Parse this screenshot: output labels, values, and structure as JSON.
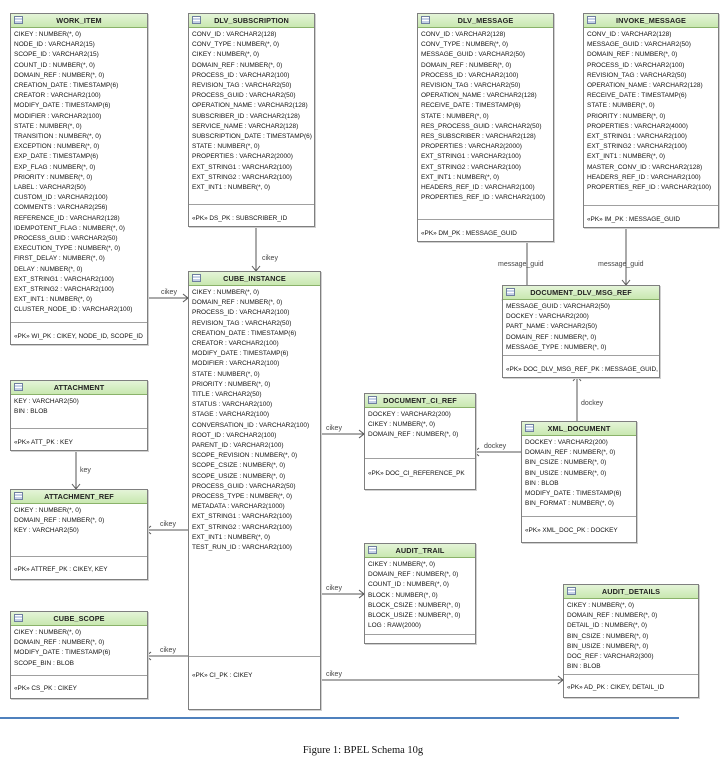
{
  "entities": [
    {
      "key": "work_item",
      "name": "WORK_ITEM",
      "columns": [
        "CIKEY : NUMBER(*, 0)",
        "NODE_ID : VARCHAR2(15)",
        "SCOPE_ID : VARCHAR2(15)",
        "COUNT_ID : NUMBER(*, 0)",
        "DOMAIN_REF : NUMBER(*, 0)",
        "CREATION_DATE : TIMESTAMP(6)",
        "CREATOR : VARCHAR2(100)",
        "MODIFY_DATE : TIMESTAMP(6)",
        "MODIFIER : VARCHAR2(100)",
        "STATE : NUMBER(*, 0)",
        "TRANSITION : NUMBER(*, 0)",
        "EXCEPTION : NUMBER(*, 0)",
        "EXP_DATE : TIMESTAMP(6)",
        "EXP_FLAG : NUMBER(*, 0)",
        "PRIORITY : NUMBER(*, 0)",
        "LABEL : VARCHAR2(50)",
        "CUSTOM_ID : VARCHAR2(100)",
        "COMMENTS : VARCHAR2(256)",
        "REFERENCE_ID : VARCHAR2(128)",
        "IDEMPOTENT_FLAG : NUMBER(*, 0)",
        "PROCESS_GUID : VARCHAR2(50)",
        "EXECUTION_TYPE : NUMBER(*, 0)",
        "FIRST_DELAY : NUMBER(*, 0)",
        "DELAY : NUMBER(*, 0)",
        "EXT_STRING1 : VARCHAR2(100)",
        "EXT_STRING2 : VARCHAR2(100)",
        "EXT_INT1 : NUMBER(*, 0)",
        "CLUSTER_NODE_ID : VARCHAR2(100)"
      ],
      "pk": "«PK» WI_PK : CIKEY, NODE_ID, SCOPE_ID"
    },
    {
      "key": "dlv_subscription",
      "name": "DLV_SUBSCRIPTION",
      "columns": [
        "CONV_ID : VARCHAR2(128)",
        "CONV_TYPE : NUMBER(*, 0)",
        "CIKEY : NUMBER(*, 0)",
        "DOMAIN_REF : NUMBER(*, 0)",
        "PROCESS_ID : VARCHAR2(100)",
        "REVISION_TAG : VARCHAR2(50)",
        "PROCESS_GUID : VARCHAR2(50)",
        "OPERATION_NAME : VARCHAR2(128)",
        "SUBSCRIBER_ID : VARCHAR2(128)",
        "SERVICE_NAME : VARCHAR2(128)",
        "SUBSCRIPTION_DATE : TIMESTAMP(6)",
        "STATE : NUMBER(*, 0)",
        "PROPERTIES : VARCHAR2(2000)",
        "EXT_STRING1 : VARCHAR2(100)",
        "EXT_STRING2 : VARCHAR2(100)",
        "EXT_INT1 : NUMBER(*, 0)"
      ],
      "pk": "«PK» DS_PK : SUBSCRIBER_ID"
    },
    {
      "key": "dlv_message",
      "name": "DLV_MESSAGE",
      "columns": [
        "CONV_ID : VARCHAR2(128)",
        "CONV_TYPE : NUMBER(*, 0)",
        "MESSAGE_GUID : VARCHAR2(50)",
        "DOMAIN_REF : NUMBER(*, 0)",
        "PROCESS_ID : VARCHAR2(100)",
        "REVISION_TAG : VARCHAR2(50)",
        "OPERATION_NAME : VARCHAR2(128)",
        "RECEIVE_DATE : TIMESTAMP(6)",
        "STATE : NUMBER(*, 0)",
        "RES_PROCESS_GUID : VARCHAR2(50)",
        "RES_SUBSCRIBER : VARCHAR2(128)",
        "PROPERTIES : VARCHAR2(2000)",
        "EXT_STRING1 : VARCHAR2(100)",
        "EXT_STRING2 : VARCHAR2(100)",
        "EXT_INT1 : NUMBER(*, 0)",
        "HEADERS_REF_ID : VARCHAR2(100)",
        "PROPERTIES_REF_ID : VARCHAR2(100)"
      ],
      "pk": "«PK» DM_PK : MESSAGE_GUID"
    },
    {
      "key": "invoke_message",
      "name": "INVOKE_MESSAGE",
      "columns": [
        "CONV_ID : VARCHAR2(128)",
        "MESSAGE_GUID : VARCHAR2(50)",
        "DOMAIN_REF : NUMBER(*, 0)",
        "PROCESS_ID : VARCHAR2(100)",
        "REVISION_TAG : VARCHAR2(50)",
        "OPERATION_NAME : VARCHAR2(128)",
        "RECEIVE_DATE : TIMESTAMP(6)",
        "STATE : NUMBER(*, 0)",
        "PRIORITY : NUMBER(*, 0)",
        "PROPERTIES : VARCHAR2(4000)",
        "EXT_STRING1 : VARCHAR2(100)",
        "EXT_STRING2 : VARCHAR2(100)",
        "EXT_INT1 : NUMBER(*, 0)",
        "MASTER_CONV_ID : VARCHAR2(128)",
        "HEADERS_REF_ID : VARCHAR2(100)",
        "PROPERTIES_REF_ID : VARCHAR2(100)"
      ],
      "pk": "«PK» IM_PK : MESSAGE_GUID"
    },
    {
      "key": "cube_instance",
      "name": "CUBE_INSTANCE",
      "columns": [
        "CIKEY : NUMBER(*, 0)",
        "DOMAIN_REF : NUMBER(*, 0)",
        "PROCESS_ID : VARCHAR2(100)",
        "REVISION_TAG : VARCHAR2(50)",
        "CREATION_DATE : TIMESTAMP(6)",
        "CREATOR : VARCHAR2(100)",
        "MODIFY_DATE : TIMESTAMP(6)",
        "MODIFIER : VARCHAR2(100)",
        "STATE : NUMBER(*, 0)",
        "PRIORITY : NUMBER(*, 0)",
        "TITLE : VARCHAR2(50)",
        "STATUS : VARCHAR2(100)",
        "STAGE : VARCHAR2(100)",
        "CONVERSATION_ID : VARCHAR2(100)",
        "ROOT_ID : VARCHAR2(100)",
        "PARENT_ID : VARCHAR2(100)",
        "SCOPE_REVISION : NUMBER(*, 0)",
        "SCOPE_CSIZE : NUMBER(*, 0)",
        "SCOPE_USIZE : NUMBER(*, 0)",
        "PROCESS_GUID : VARCHAR2(50)",
        "PROCESS_TYPE : NUMBER(*, 0)",
        "METADATA : VARCHAR2(1000)",
        "EXT_STRING1 : VARCHAR2(100)",
        "EXT_STRING2 : VARCHAR2(100)",
        "EXT_INT1 : NUMBER(*, 0)",
        "TEST_RUN_ID : VARCHAR2(100)"
      ],
      "pk": "«PK» CI_PK : CIKEY"
    },
    {
      "key": "document_dlv_msg_ref",
      "name": "DOCUMENT_DLV_MSG_REF",
      "columns": [
        "MESSAGE_GUID : VARCHAR2(50)",
        "DOCKEY : VARCHAR2(200)",
        "PART_NAME : VARCHAR2(50)",
        "DOMAIN_REF : NUMBER(*, 0)",
        "MESSAGE_TYPE : NUMBER(*, 0)"
      ],
      "pk": "«PK» DOC_DLV_MSG_REF_PK : MESSAGE_GUID,"
    },
    {
      "key": "attachment",
      "name": "ATTACHMENT",
      "columns": [
        "KEY : VARCHAR2(50)",
        "BIN : BLOB"
      ],
      "pk": "«PK» ATT_PK : KEY"
    },
    {
      "key": "document_ci_ref",
      "name": "DOCUMENT_CI_REF",
      "columns": [
        "DOCKEY : VARCHAR2(200)",
        "CIKEY : NUMBER(*, 0)",
        "DOMAIN_REF : NUMBER(*, 0)"
      ],
      "pk": "«PK» DOC_CI_REFERENCE_PK"
    },
    {
      "key": "xml_document",
      "name": "XML_DOCUMENT",
      "columns": [
        "DOCKEY : VARCHAR2(200)",
        "DOMAIN_REF : NUMBER(*, 0)",
        "BIN_CSIZE : NUMBER(*, 0)",
        "BIN_USIZE : NUMBER(*, 0)",
        "BIN : BLOB",
        "MODIFY_DATE : TIMESTAMP(6)",
        "BIN_FORMAT : NUMBER(*, 0)"
      ],
      "pk": "«PK» XML_DOC_PK : DOCKEY"
    },
    {
      "key": "attachment_ref",
      "name": "ATTACHMENT_REF",
      "columns": [
        "CIKEY : NUMBER(*, 0)",
        "DOMAIN_REF : NUMBER(*, 0)",
        "KEY : VARCHAR2(50)"
      ],
      "pk": "«PK» ATTREF_PK : CIKEY, KEY"
    },
    {
      "key": "audit_trail",
      "name": "AUDIT_TRAIL",
      "columns": [
        "CIKEY : NUMBER(*, 0)",
        "DOMAIN_REF : NUMBER(*, 0)",
        "COUNT_ID : NUMBER(*, 0)",
        "BLOCK : NUMBER(*, 0)",
        "BLOCK_CSIZE : NUMBER(*, 0)",
        "BLOCK_USIZE : NUMBER(*, 0)",
        "LOG : RAW(2000)"
      ],
      "pk": ""
    },
    {
      "key": "cube_scope",
      "name": "CUBE_SCOPE",
      "columns": [
        "CIKEY : NUMBER(*, 0)",
        "DOMAIN_REF : NUMBER(*, 0)",
        "MODIFY_DATE : TIMESTAMP(6)",
        "SCOPE_BIN : BLOB"
      ],
      "pk": "«PK» CS_PK : CIKEY"
    },
    {
      "key": "audit_details",
      "name": "AUDIT_DETAILS",
      "columns": [
        "CIKEY : NUMBER(*, 0)",
        "DOMAIN_REF : NUMBER(*, 0)",
        "DETAIL_ID : NUMBER(*, 0)",
        "BIN_CSIZE : NUMBER(*, 0)",
        "BIN_USIZE : NUMBER(*, 0)",
        "DOC_REF : VARCHAR2(300)",
        "BIN : BLOB"
      ],
      "pk": "«PK» AD_PK : CIKEY, DETAIL_ID"
    }
  ],
  "relationships": [
    {
      "key": "r_work_item",
      "label": "cikey"
    },
    {
      "key": "r_subscription",
      "label": "cikey"
    },
    {
      "key": "r_dlv_message",
      "label": "message_guid"
    },
    {
      "key": "r_invoke_message",
      "label": "message_guid"
    },
    {
      "key": "r_xml_msgref",
      "label": "dockey"
    },
    {
      "key": "r_attachment",
      "label": "key"
    },
    {
      "key": "r_doc_ci_ref",
      "label": "cikey"
    },
    {
      "key": "r_doc_ci_xml",
      "label": "dockey"
    },
    {
      "key": "r_attachment_ref",
      "label": "cikey"
    },
    {
      "key": "r_audit_trail",
      "label": "cikey"
    },
    {
      "key": "r_cube_scope",
      "label": "cikey"
    },
    {
      "key": "r_audit_details",
      "label": "cikey"
    }
  ],
  "caption": "Figure 1: BPEL Schema 10g"
}
